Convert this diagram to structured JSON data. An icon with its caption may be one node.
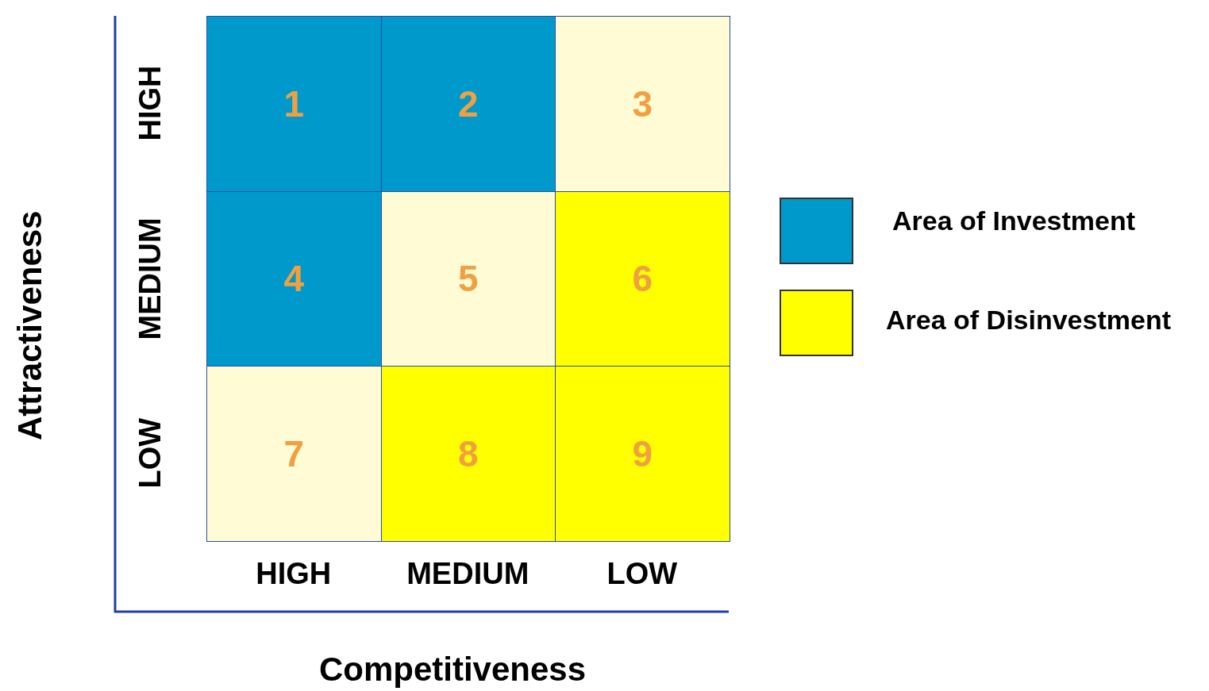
{
  "diagram": {
    "nodes": [
      {
        "text": [
          "1"
        ]
      },
      {
        "text": [
          "2"
        ]
      },
      {
        "text": [
          "3"
        ]
      },
      {
        "text": [
          "4"
        ]
      },
      {
        "text": [
          "5"
        ]
      },
      {
        "text": [
          "6"
        ]
      },
      {
        "text": [
          "7"
        ]
      },
      {
        "text": [
          "8"
        ]
      },
      {
        "text": [
          "9"
        ]
      }
    ],
    "labels": [
      "Attractiveness",
      "HIGH",
      "MEDIUM",
      "LOW",
      "HIGH",
      "MEDIUM",
      "LOW",
      "Competitiveness"
    ],
    "legend": [
      {
        "text": "Area of Investment",
        "color": "#0099cc"
      },
      {
        "text": "Area of Disinvestment",
        "color": "#ffff00"
      }
    ]
  }
}
